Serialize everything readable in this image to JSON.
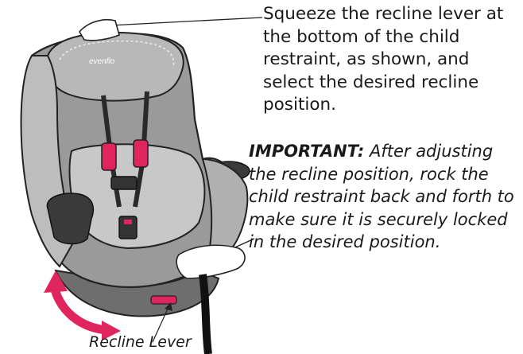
{
  "instruction": {
    "text": "Squeeze the recline lever at the bottom of the child restraint, as shown, and select the desired recline position."
  },
  "important": {
    "label": "IMPORTANT:",
    "text": "After adjusting the recline position, rock the child restraint back and forth to make sure it is securely locked in the desired position."
  },
  "illustration": {
    "brand_logo": "evenflo",
    "callout_label": "Recline Lever",
    "accent_color": "#e0245e",
    "seat_color": "#9a9a9a"
  }
}
